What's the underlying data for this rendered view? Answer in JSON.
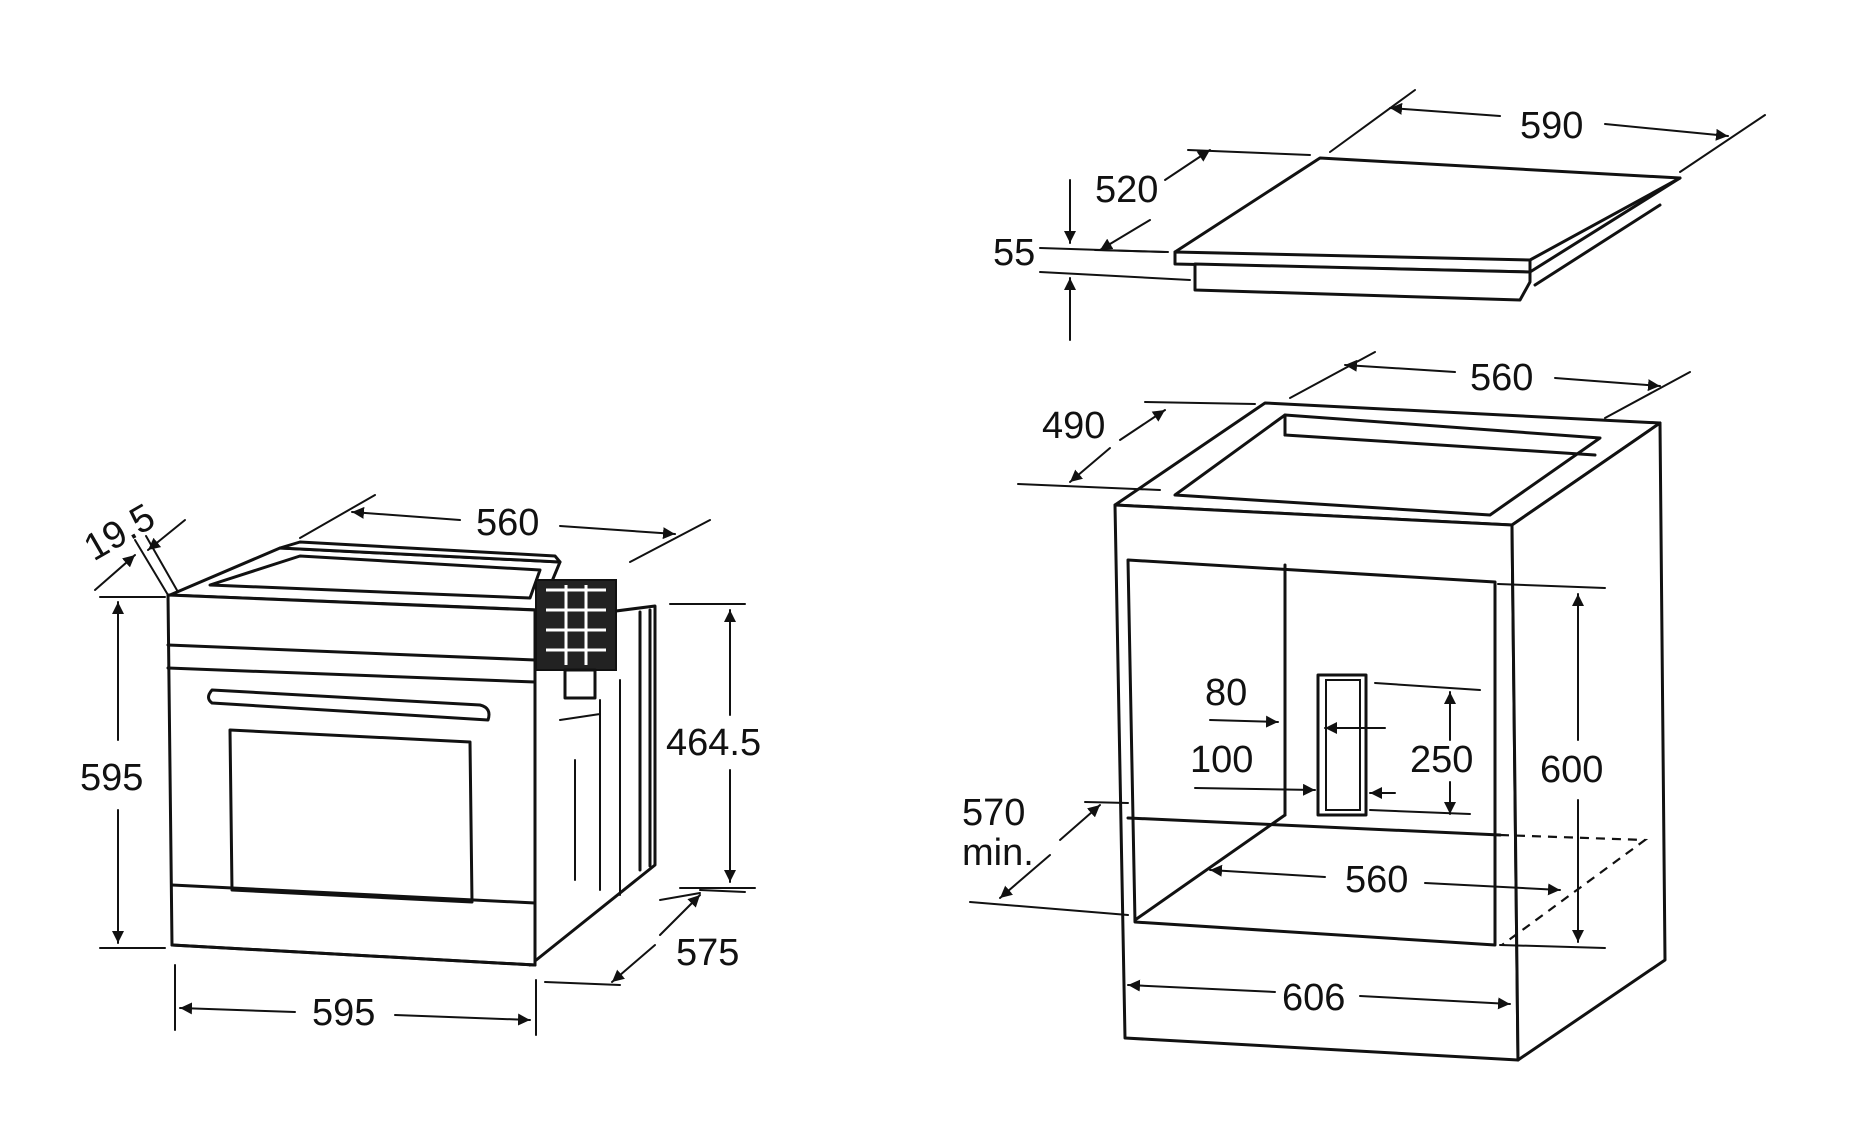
{
  "oven": {
    "offset": "19.5",
    "top_depth": "560",
    "height": "595",
    "body_height": "464.5",
    "depth": "575",
    "width": "595"
  },
  "hob": {
    "width": "590",
    "depth": "520",
    "height": "55"
  },
  "cabinet": {
    "top_width": "560",
    "top_depth": "490",
    "vent_width": "80",
    "vent_offset": "100",
    "vent_height": "250",
    "niche_height": "600",
    "depth_min": "570",
    "depth_min_suffix": "min.",
    "niche_width": "560",
    "outer_width": "606"
  }
}
